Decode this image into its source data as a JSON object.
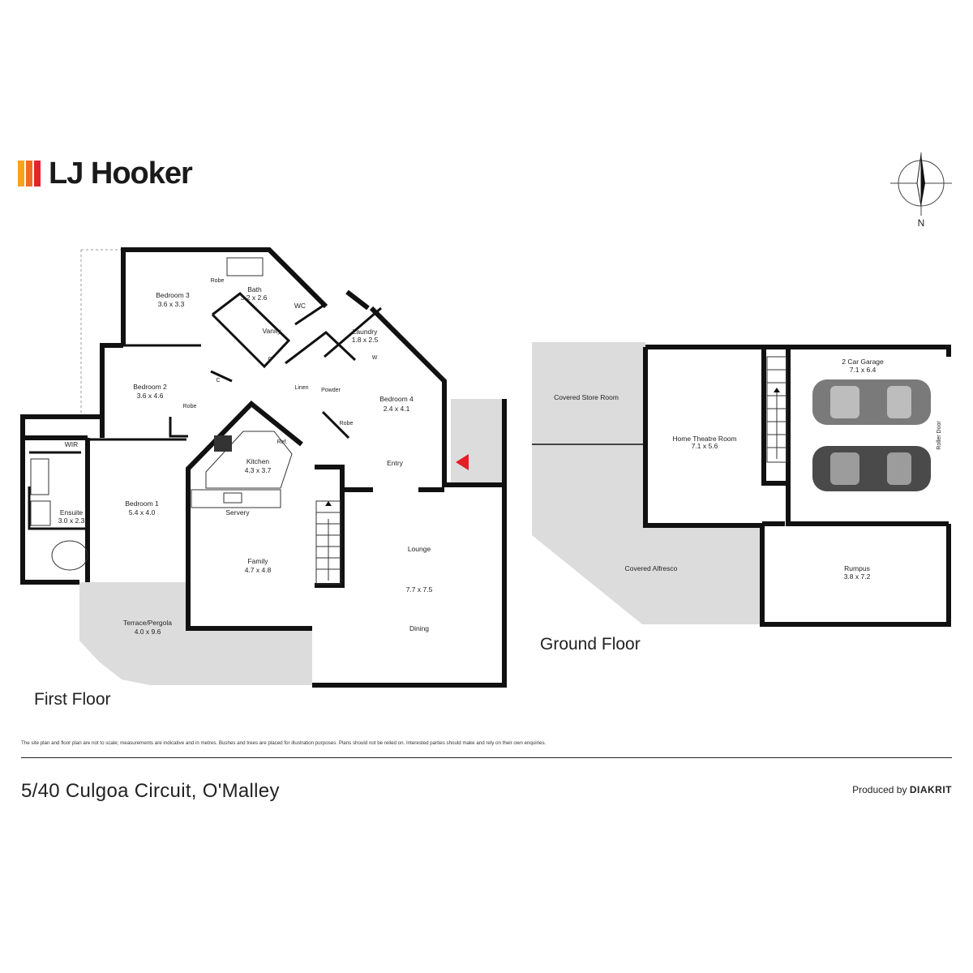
{
  "brand": {
    "name": "LJ Hooker",
    "stripe_colors": [
      "#f7a41d",
      "#f26b21",
      "#e52329"
    ]
  },
  "compass": {
    "label": "N"
  },
  "first_floor": {
    "title": "First Floor",
    "rooms": {
      "bedroom3": {
        "name": "Bedroom 3",
        "dims": "3.6 x 3.3"
      },
      "bath": {
        "name": "Bath",
        "dims": "3.2 x 2.6"
      },
      "robe_top": {
        "name": "Robe"
      },
      "wc": {
        "name": "WC"
      },
      "vanity": {
        "name": "Vanity"
      },
      "c_vanity": {
        "name": "C"
      },
      "laundry": {
        "name": "Laundry",
        "dims": "1.8 x 2.5"
      },
      "w": {
        "name": "W"
      },
      "bedroom2": {
        "name": "Bedroom 2",
        "dims": "3.6 x 4.6"
      },
      "c_hall": {
        "name": "C"
      },
      "robe_b2": {
        "name": "Robe"
      },
      "linen": {
        "name": "Linen"
      },
      "powder": {
        "name": "Powder"
      },
      "bedroom4": {
        "name": "Bedroom 4",
        "dims": "2.4 x 4.1"
      },
      "robe_b4": {
        "name": "Robe"
      },
      "wir": {
        "name": "WIR"
      },
      "kitchen": {
        "name": "Kitchen",
        "dims": "4.3 x 3.7"
      },
      "ref": {
        "name": "Ref."
      },
      "entry": {
        "name": "Entry"
      },
      "ensuite": {
        "name": "Ensuite",
        "dims": "3.0 x 2.3"
      },
      "bedroom1": {
        "name": "Bedroom 1",
        "dims": "5.4 x 4.0"
      },
      "servery": {
        "name": "Servery"
      },
      "lounge": {
        "name": "Lounge",
        "dims": "7.7 x 7.5"
      },
      "family": {
        "name": "Family",
        "dims": "4.7 x 4.8"
      },
      "terrace": {
        "name": "Terrace/Pergola",
        "dims": "4.0 x 9.6"
      },
      "dining": {
        "name": "Dining"
      }
    }
  },
  "ground_floor": {
    "title": "Ground Floor",
    "rooms": {
      "covered_store": {
        "name": "Covered Store Room"
      },
      "home_theatre": {
        "name": "Home Theatre Room",
        "dims": "7.1 x 5.6"
      },
      "garage": {
        "name": "2 Car Garage",
        "dims": "7.1 x 6.4"
      },
      "roller_door": {
        "name": "Roller Door"
      },
      "covered_alfresco": {
        "name": "Covered Alfresco"
      },
      "rumpus": {
        "name": "Rumpus",
        "dims": "3.8 x 7.2"
      }
    }
  },
  "footer": {
    "disclaimer": "The site plan and floor plan are not to scale; measurements are indicative and in metres. Bushes and trees are placed for illustration purposes. Plans should not be relied on. Interested parties should make and rely on their own enquiries.",
    "address": "5/40 Culgoa Circuit, O'Malley",
    "produced_by": "Produced by",
    "producer": "DIAKRIT"
  }
}
